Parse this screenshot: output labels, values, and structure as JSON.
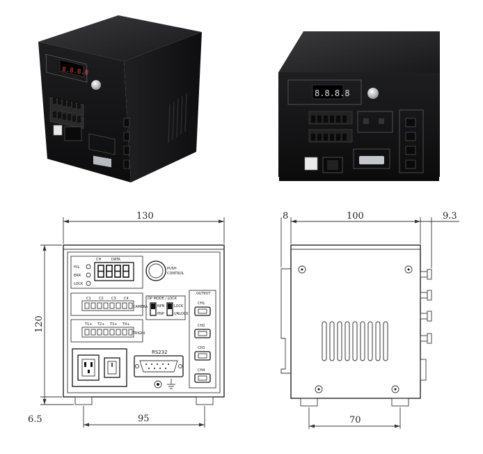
{
  "dimensions": {
    "front_width": "130",
    "front_height": "120",
    "front_foot_height": "6.5",
    "front_foot_span": "95",
    "side_depth": "100",
    "side_rear_offset": "8",
    "side_connector": "9.3",
    "side_foot_span": "70"
  },
  "panel": {
    "ch_label": "CH",
    "data_label": "DATA",
    "display_digits": "8.8.8.8",
    "led_labels": [
      "H/L",
      "ERR",
      "LOCK"
    ],
    "push_control_line1": "PUSH",
    "push_control_line2": "CONTROL",
    "camera_label": "CAMERA",
    "trigin_label": "TRIGIN",
    "op_mode_label": "OP MODE / LOCK",
    "switch_left_top": "NPN",
    "switch_left_bottom": "PNP",
    "switch_right_top": "LOCK",
    "switch_right_bottom": "UNLOCK",
    "output_label": "OUTPUT",
    "channels": [
      "CH1",
      "CH2",
      "CH3",
      "CH4"
    ],
    "rs232_label": "RS232",
    "camera_pins": [
      "C1",
      "C2",
      "C3",
      "C4"
    ],
    "trig_pins": [
      "T1+",
      "T2+",
      "T3+",
      "T4+"
    ]
  }
}
